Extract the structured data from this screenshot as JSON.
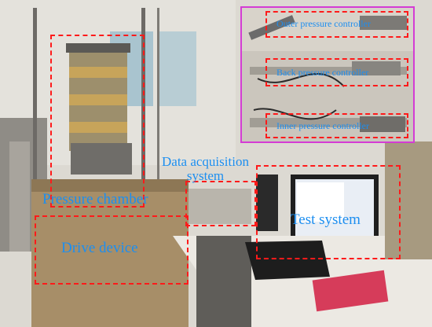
{
  "labels": {
    "pressure_chamber": "Pressure chamber",
    "drive_device": "Drive device",
    "data_acquisition": "Data acquisition\nsystem",
    "test_system": "Test system",
    "outer_pressure_controller": "Outer pressure controller",
    "back_pressure_controller": "Back pressure controller",
    "inner_pressure_controller": "Inner pressure controller"
  },
  "colors": {
    "label_text": "#1c8ef0",
    "callout_border": "#ff1a1a",
    "inset_border": "#d43cd4"
  }
}
